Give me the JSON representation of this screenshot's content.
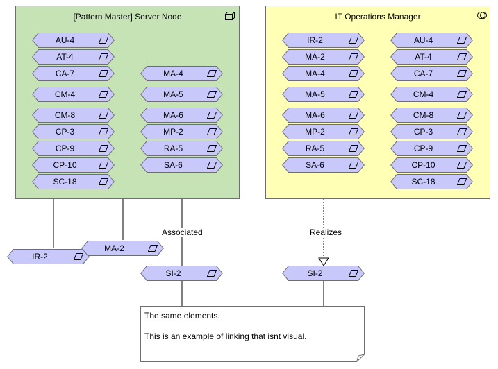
{
  "colors": {
    "node_green": "#c5e3b5",
    "node_yellow": "#ffffb5",
    "control_fill": "#c8c8fa",
    "control_border": "#6e6e6e",
    "connector": "#000000"
  },
  "nodes": {
    "server": {
      "title": "[Pattern Master] Server Node",
      "icon": "node-3d-box-icon"
    },
    "ops": {
      "title": "IT Operations Manager",
      "icon": "role-toggle-icon"
    }
  },
  "controls": {
    "server_col1": [
      "AU-4",
      "AT-4",
      "CA-7",
      "CM-4",
      "CM-8",
      "CP-3",
      "CP-9",
      "CP-10",
      "SC-18"
    ],
    "server_col2": [
      "MA-4",
      "MA-5",
      "MA-6",
      "MP-2",
      "RA-5",
      "SA-6"
    ],
    "ops_col1": [
      "IR-2",
      "MA-2",
      "MA-4",
      "MA-5",
      "MA-6",
      "MP-2",
      "RA-5",
      "SA-6"
    ],
    "ops_col2": [
      "AU-4",
      "AT-4",
      "CA-7",
      "CM-4",
      "CM-8",
      "CP-3",
      "CP-9",
      "CP-10",
      "SC-18"
    ],
    "outside": {
      "ir2": "IR-2",
      "ma2": "MA-2",
      "si2_left": "SI-2",
      "si2_right": "SI-2"
    },
    "icon": "requirement-parallelogram-icon"
  },
  "connectors": {
    "associated_label": "Associated",
    "realizes_label": "Realizes"
  },
  "note": {
    "line1": "The same elements.",
    "line2": "This is an example of linking that isnt visual."
  }
}
